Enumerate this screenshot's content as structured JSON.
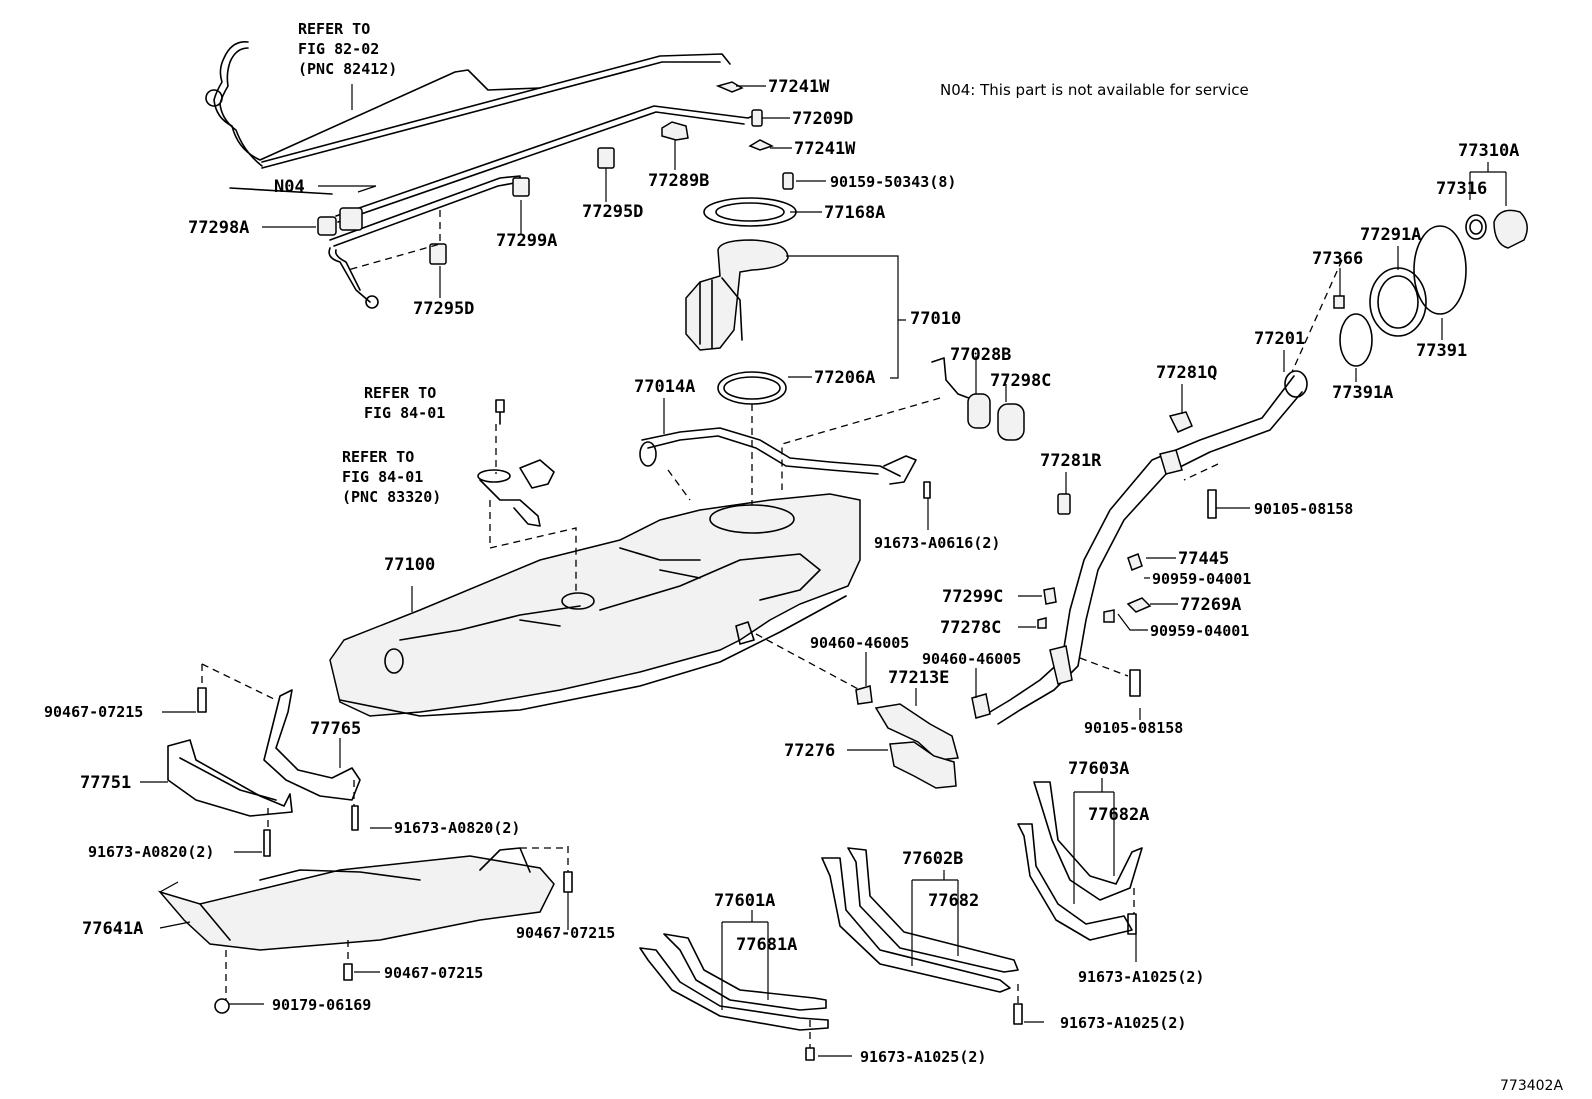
{
  "note": "N04: This part is not available for service",
  "figure_id": "773402A",
  "refs": [
    {
      "id": "ref-fig-82-02",
      "lines": [
        "REFER TO",
        "FIG 82-02",
        "(PNC 82412)"
      ]
    },
    {
      "id": "ref-fig-84-01-a",
      "lines": [
        "REFER TO",
        "FIG 84-01"
      ]
    },
    {
      "id": "ref-fig-84-01-b",
      "lines": [
        "REFER TO",
        "FIG 84-01",
        "(PNC 83320)"
      ]
    }
  ],
  "parts": [
    "77241W",
    "77209D",
    "77241W",
    "90159-50343(8)",
    "77289B",
    "77295D",
    "N04",
    "77298A",
    "77299A",
    "77295D",
    "77168A",
    "77010",
    "77206A",
    "77310A",
    "77316",
    "77291A",
    "77366",
    "77201",
    "77391",
    "77391A",
    "77028B",
    "77298C",
    "77014A",
    "77281Q",
    "77281R",
    "90105-08158",
    "91673-A0616(2)",
    "77100",
    "77445",
    "90959-04001",
    "77299C",
    "77269A",
    "77278C",
    "90959-04001",
    "90460-46005",
    "90460-46005",
    "77213E",
    "90105-08158",
    "77276",
    "90467-07215",
    "77765",
    "77751",
    "91673-A0820(2)",
    "91673-A0820(2)",
    "77603A",
    "77682A",
    "77602B",
    "77682",
    "77641A",
    "90467-07215",
    "90467-07215",
    "77601A",
    "77681A",
    "90179-06169",
    "91673-A1025(2)",
    "91673-A1025(2)",
    "91673-A1025(2)"
  ]
}
